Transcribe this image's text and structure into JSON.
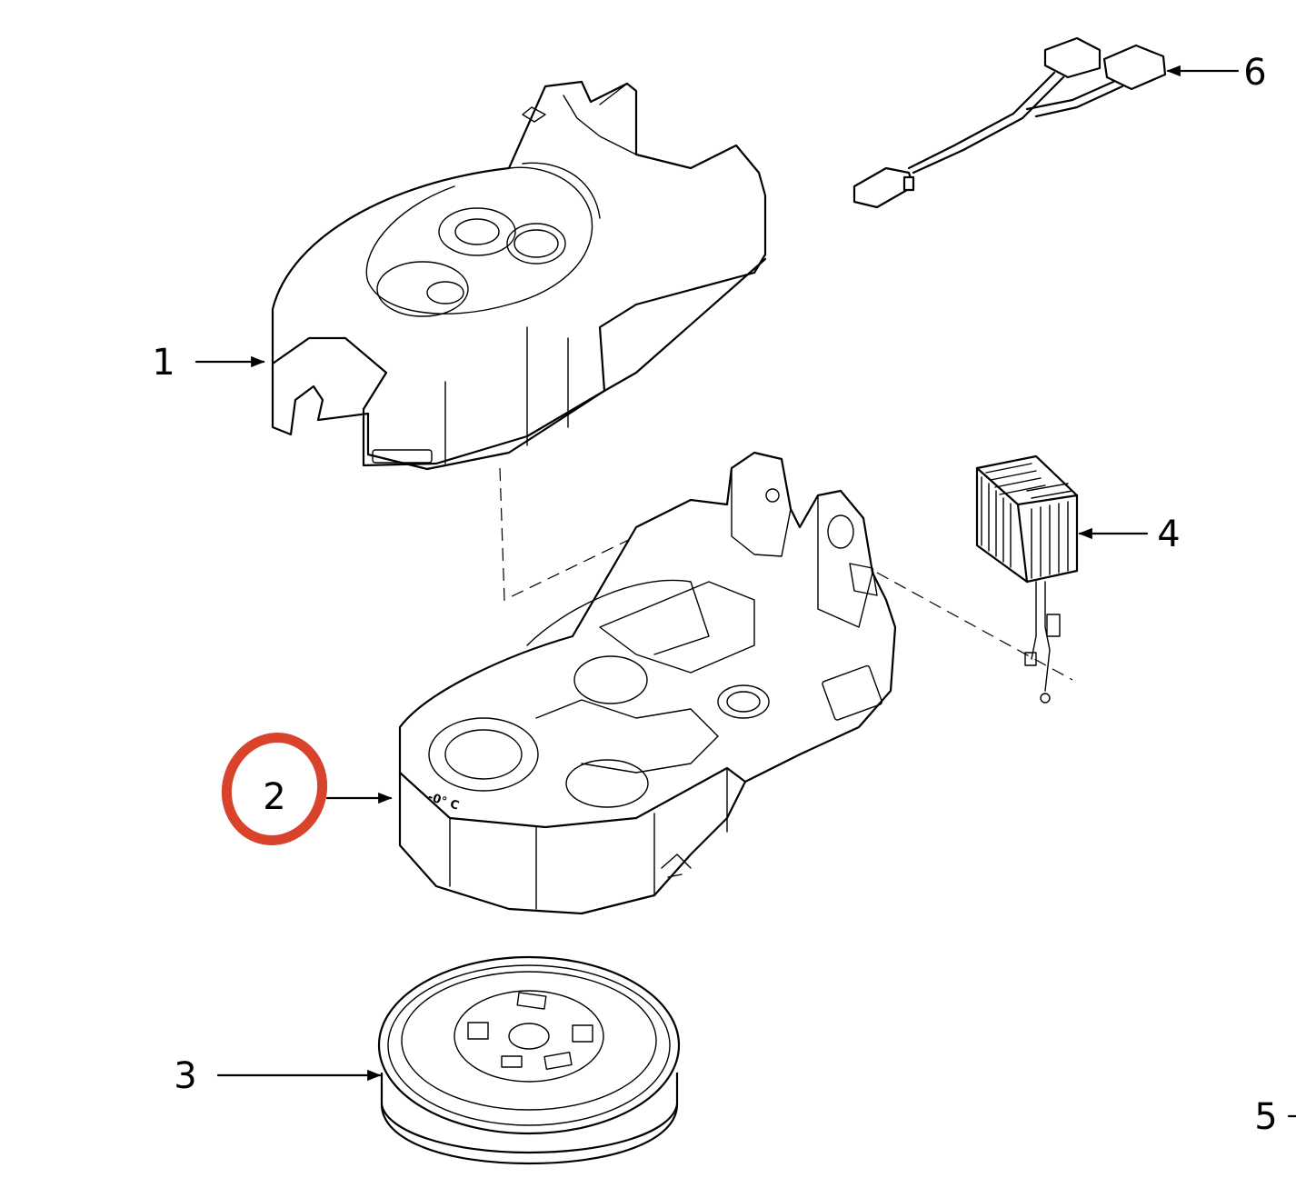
{
  "callouts": [
    {
      "id": "1",
      "label": "1"
    },
    {
      "id": "2",
      "label": "2",
      "highlighted": true
    },
    {
      "id": "3",
      "label": "3"
    },
    {
      "id": "4",
      "label": "4"
    },
    {
      "id": "5",
      "label": "5"
    },
    {
      "id": "6",
      "label": "6"
    }
  ],
  "base_marking": "-0° C",
  "colors": {
    "line": "#000000",
    "highlight": "#d9422b",
    "background": "#ffffff"
  }
}
